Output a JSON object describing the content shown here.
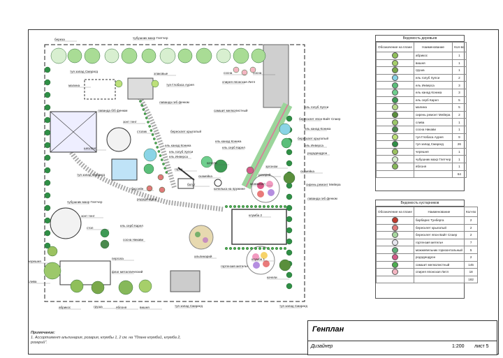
{
  "labels": {
    "bereza": "береза",
    "chubushnik": "чубушник махр\nГлетчер",
    "tuya_smaragd_top": "туя запад Смарагд",
    "malina": "малина",
    "zapovik": "злаковые",
    "tuya_globasa": "туя Глобаса Аурея",
    "lavanda_top": "лаванда гиб фенюм",
    "sosna_top1": "сосна",
    "sosna_top2": "сосна",
    "spirea_top": "спирея японская Литл",
    "lavanda_left": "лаванда б/б фенюм",
    "zont_tent1": "зонт тент",
    "stolik": "столик",
    "shezlong": "шезлонг",
    "tuya_smaragd_mid": "туя запад Смарагд",
    "basseyn": "бассейн",
    "rododendron_mid": "рододендрон",
    "chubushnik2": "чубушник махр Глетчер",
    "zont_tent2": "зонт тент",
    "stol": "стол",
    "el_serb_karel": "ель серб Карел",
    "sosna_nikavi": "сосна Никави",
    "chereshnya": "черешня",
    "sliva": "слива",
    "pergola": "пергола",
    "flag_metal": "флаг металлический",
    "abrikos": "абрикос",
    "grusha": "груша",
    "yablonya": "яблоня",
    "vishnya": "вишня",
    "tuya_smaragd_bottom": "туя запад Смарагд",
    "samshit": "самшит мелколистный",
    "bereskl_krylatyi": "бересклет крылатый",
    "el_golub_khupsi": "ель голуб Хупси",
    "el_inversa": "ель Инверса",
    "el_kanad_konika": "ель канад Коника",
    "el_serb_karel2": "ель серб Карел",
    "gorka": "горка",
    "kachel": "качели",
    "batut": "батут",
    "skameyka": "скамейка",
    "kachelka_pruzhine": "качелька на пружине",
    "el_golub_khupsi2": "ель голуб Хупси",
    "bereskl_yap": "бересклет япон Вайт Спаер",
    "el_kanad_konika2": "ель канад Коника",
    "bereskl_krylatyi2": "бересклет крылатый",
    "el_inversa2": "ель Инверса",
    "rododendron_right": "рододендрон",
    "argonom": "эргоном",
    "rozariy": "розарий",
    "skameyka2": "скамейка",
    "siren": "сирень ремонт Мейера",
    "mozhzhevelnik": "можжевел",
    "lavanda_right": "лаванда гиб фенюм",
    "klumba2": "клумба 2",
    "klumba1": "клумба 1",
    "alpinariy": "альпинарий",
    "gortenziya": "гортензия метельч",
    "kacheli": "качели",
    "tuya_smaragd_br": "туя запад Смарагд"
  },
  "tree_table": {
    "title": "Ведомость деревьев",
    "headers": [
      "Обозначение на плане",
      "Наименование",
      "Кол-во"
    ],
    "rows": [
      {
        "name": "абрикос",
        "count": "1",
        "color": "#8fbf5a"
      },
      {
        "name": "вишня",
        "count": "1",
        "color": "#a6cf6a"
      },
      {
        "name": "груша",
        "count": "1",
        "color": "#7aa84a"
      },
      {
        "name": "ель голуб Хупси",
        "count": "2",
        "color": "#8ad4e6"
      },
      {
        "name": "ель Инверса",
        "count": "3",
        "color": "#5bbf7a"
      },
      {
        "name": "ель канад Коника",
        "count": "3",
        "color": "#6fcf8e"
      },
      {
        "name": "ель серб Карел",
        "count": "5",
        "color": "#3e9a55"
      },
      {
        "name": "малина",
        "count": "5",
        "color": "#b7d98a"
      },
      {
        "name": "сирень ремонт Мейера",
        "count": "2",
        "color": "#5a8f3c"
      },
      {
        "name": "слива",
        "count": "1",
        "color": "#9cc86a"
      },
      {
        "name": "сосна Никави",
        "count": "1",
        "color": "#4b8a4e"
      },
      {
        "name": "туя Глобаса Аурея",
        "count": "9",
        "color": "#bde07a"
      },
      {
        "name": "туя запад Смарагд",
        "count": "26",
        "color": "#2f8f46"
      },
      {
        "name": "черешня",
        "count": "1",
        "color": "#9bc260"
      },
      {
        "name": "чубушник махр Глетчер",
        "count": "1",
        "color": "#d8efd0"
      },
      {
        "name": "яблоня",
        "count": "1",
        "color": "#86b85a"
      },
      {
        "name": "",
        "count": "64",
        "color": ""
      }
    ]
  },
  "shrub_table": {
    "title": "Ведомость кустарников",
    "headers": [
      "Обозначение на плане",
      "Наименование",
      "Кол-во"
    ],
    "rows": [
      {
        "name": "барбарис Тунберга",
        "count": "2",
        "color": "#c0392b"
      },
      {
        "name": "бересклет крылатый",
        "count": "2",
        "color": "#e07a7a"
      },
      {
        "name": "бересклет япон Вайт Спаер",
        "count": "2",
        "color": "#a8d8a0"
      },
      {
        "name": "гортензия метельч",
        "count": "7",
        "color": "#e8e8f0"
      },
      {
        "name": "можжевельник горизонтальный",
        "count": "5",
        "color": "#5fb07a"
      },
      {
        "name": "рододендрон",
        "count": "2",
        "color": "#d45a8a"
      },
      {
        "name": "самшит мелколистный",
        "count": "145",
        "color": "#4caf50"
      },
      {
        "name": "спирея японская Литл",
        "count": "18",
        "color": "#f4b6c2"
      },
      {
        "name": "",
        "count": "182",
        "color": ""
      }
    ]
  },
  "title_block": {
    "title": "Генплан",
    "designer": "Дизайнер",
    "scale": "1:200",
    "sheet": "лист 5"
  },
  "note": {
    "heading": "Примечание:",
    "text": "1. Ассортимент альпинария, розария, клумбы 1, 2 см. на \"Плане клумба1, клумба 2, розарий\"."
  }
}
